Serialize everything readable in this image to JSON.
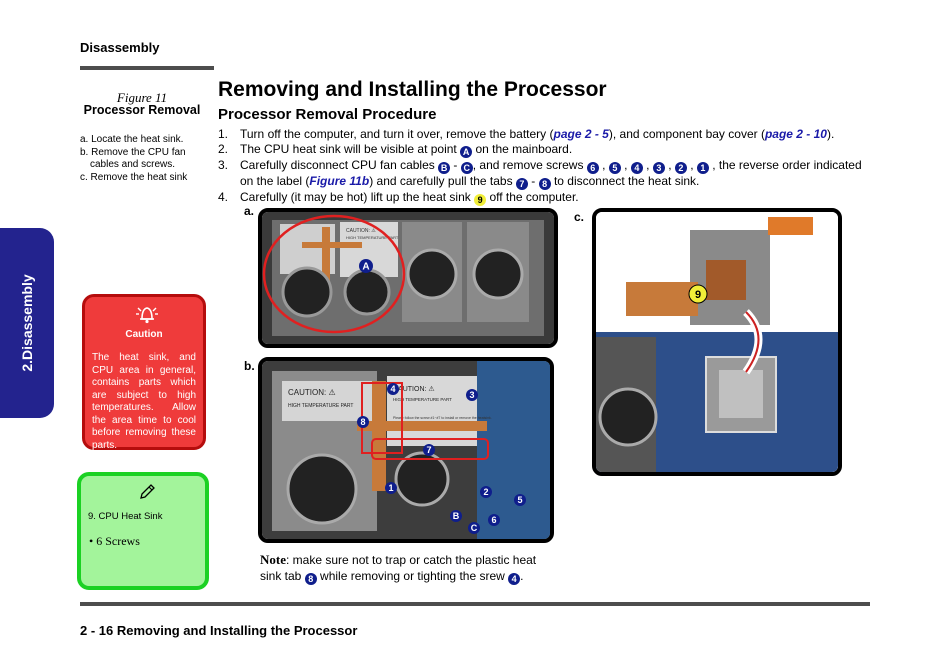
{
  "header": {
    "section": "Disassembly"
  },
  "side_tab": {
    "label": "2.Disassembly"
  },
  "figure": {
    "caption": "Figure 11",
    "title": "Processor Removal",
    "steps": [
      "a. Locate the heat sink.",
      "b. Remove the CPU fan cables and screws.",
      "c. Remove the  heat sink"
    ]
  },
  "caution": {
    "title": "Caution",
    "text": "The heat sink, and CPU area in general, contains parts which are subject to high temperatures. Allow the area time to cool before removing these parts."
  },
  "note_box": {
    "item": "9.   CPU Heat Sink",
    "bullet": "•   6 Screws"
  },
  "main": {
    "title": "Removing and Installing the Processor",
    "subtitle": "Processor Removal Procedure",
    "step1": {
      "num": "1.",
      "text_a": "Turn off the computer, and turn it over, remove the battery (",
      "link1": "page 2 - 5",
      "text_b": "), and component bay cover  (",
      "link2": "page 2 - 10",
      "text_c": ")."
    },
    "step2": {
      "num": "2.",
      "text_a": "The CPU heat sink will be visible at point ",
      "marker": "A",
      "text_b": " on the mainboard."
    },
    "step3": {
      "num": "3.",
      "text_a": "Carefully disconnect CPU fan cables ",
      "m1": "B",
      "sep1": " - ",
      "m2": "C",
      "text_b": ", and remove screws ",
      "s6": "6",
      "s5": "5",
      "s4": "4",
      "s3": "3",
      "s2": "2",
      "s1": "1",
      "text_c": " , the reverse order indicated on the label (",
      "link": "Figure 11b",
      "text_d": ") and carefully pull the tabs ",
      "t7": "7",
      "sep2": " - ",
      "t8": "8",
      "text_e": " to disconnect the heat sink."
    },
    "step4": {
      "num": "4.",
      "text_a": "Carefully (it may be hot) lift up the heat sink ",
      "marker": "9",
      "text_b": " off the computer."
    }
  },
  "photos": {
    "a": {
      "label": "a.",
      "marker": "A",
      "sticker1": "CAUTION: ⚠",
      "sticker2": "HIGH TEMPERATURE PART"
    },
    "b": {
      "label": "b.",
      "sticker1": "CAUTION: ⚠",
      "sticker2": "HIGH TEMPERATURE PART",
      "sticker3": "Please follow the screw #1~#7 to install or remove the heatsink.",
      "markers": [
        "1",
        "2",
        "3",
        "4",
        "5",
        "6",
        "7",
        "8",
        "B",
        "C"
      ]
    },
    "c": {
      "label": "c.",
      "marker": "9"
    }
  },
  "note": {
    "lead": "Note",
    "text_a": ": make sure not to trap or catch the plastic heat sink tab ",
    "m8": "8",
    "text_b": " while removing or tighting the srew ",
    "m4": "4",
    "text_c": "."
  },
  "footer": {
    "text": "2  -  16  Removing and Installing the Processor"
  },
  "colors": {
    "tab_blue": "#23238e",
    "caution_red": "#ef3b3b",
    "note_green": "#a3f49b",
    "link_blue": "#1a1aa8",
    "marker_navy": "#0f1e8c",
    "marker_yellow": "#f1ee38"
  }
}
